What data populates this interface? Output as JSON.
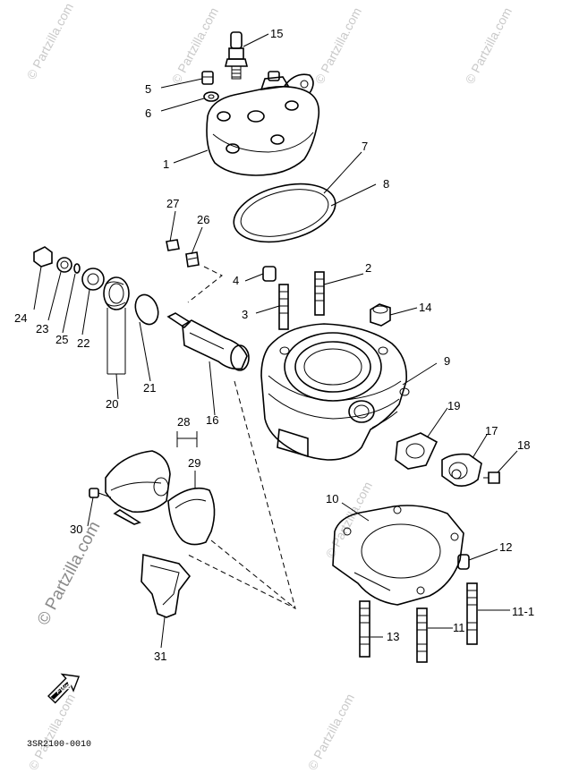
{
  "watermark": "© Partzilla.com",
  "diagram_code": "3SR2100-0010",
  "fwd_label": "FWD",
  "labels": {
    "l1": "1",
    "l3": "3",
    "l4": "4",
    "l5": "5",
    "l6": "6",
    "l7": "7",
    "l8": "8",
    "l9": "9",
    "l10": "10",
    "l11": "11",
    "l11_1": "11-1",
    "l12": "12",
    "l13": "13",
    "l14": "14",
    "l15": "15",
    "l16": "16",
    "l17": "17",
    "l18": "18",
    "l19": "19",
    "l20": "20",
    "l21": "21",
    "l22": "22",
    "l23": "23",
    "l24": "24",
    "l25": "25",
    "l26": "26",
    "l27": "27",
    "l28": "28",
    "l29": "29",
    "l30": "30",
    "l31": "31",
    "l2": "2"
  }
}
